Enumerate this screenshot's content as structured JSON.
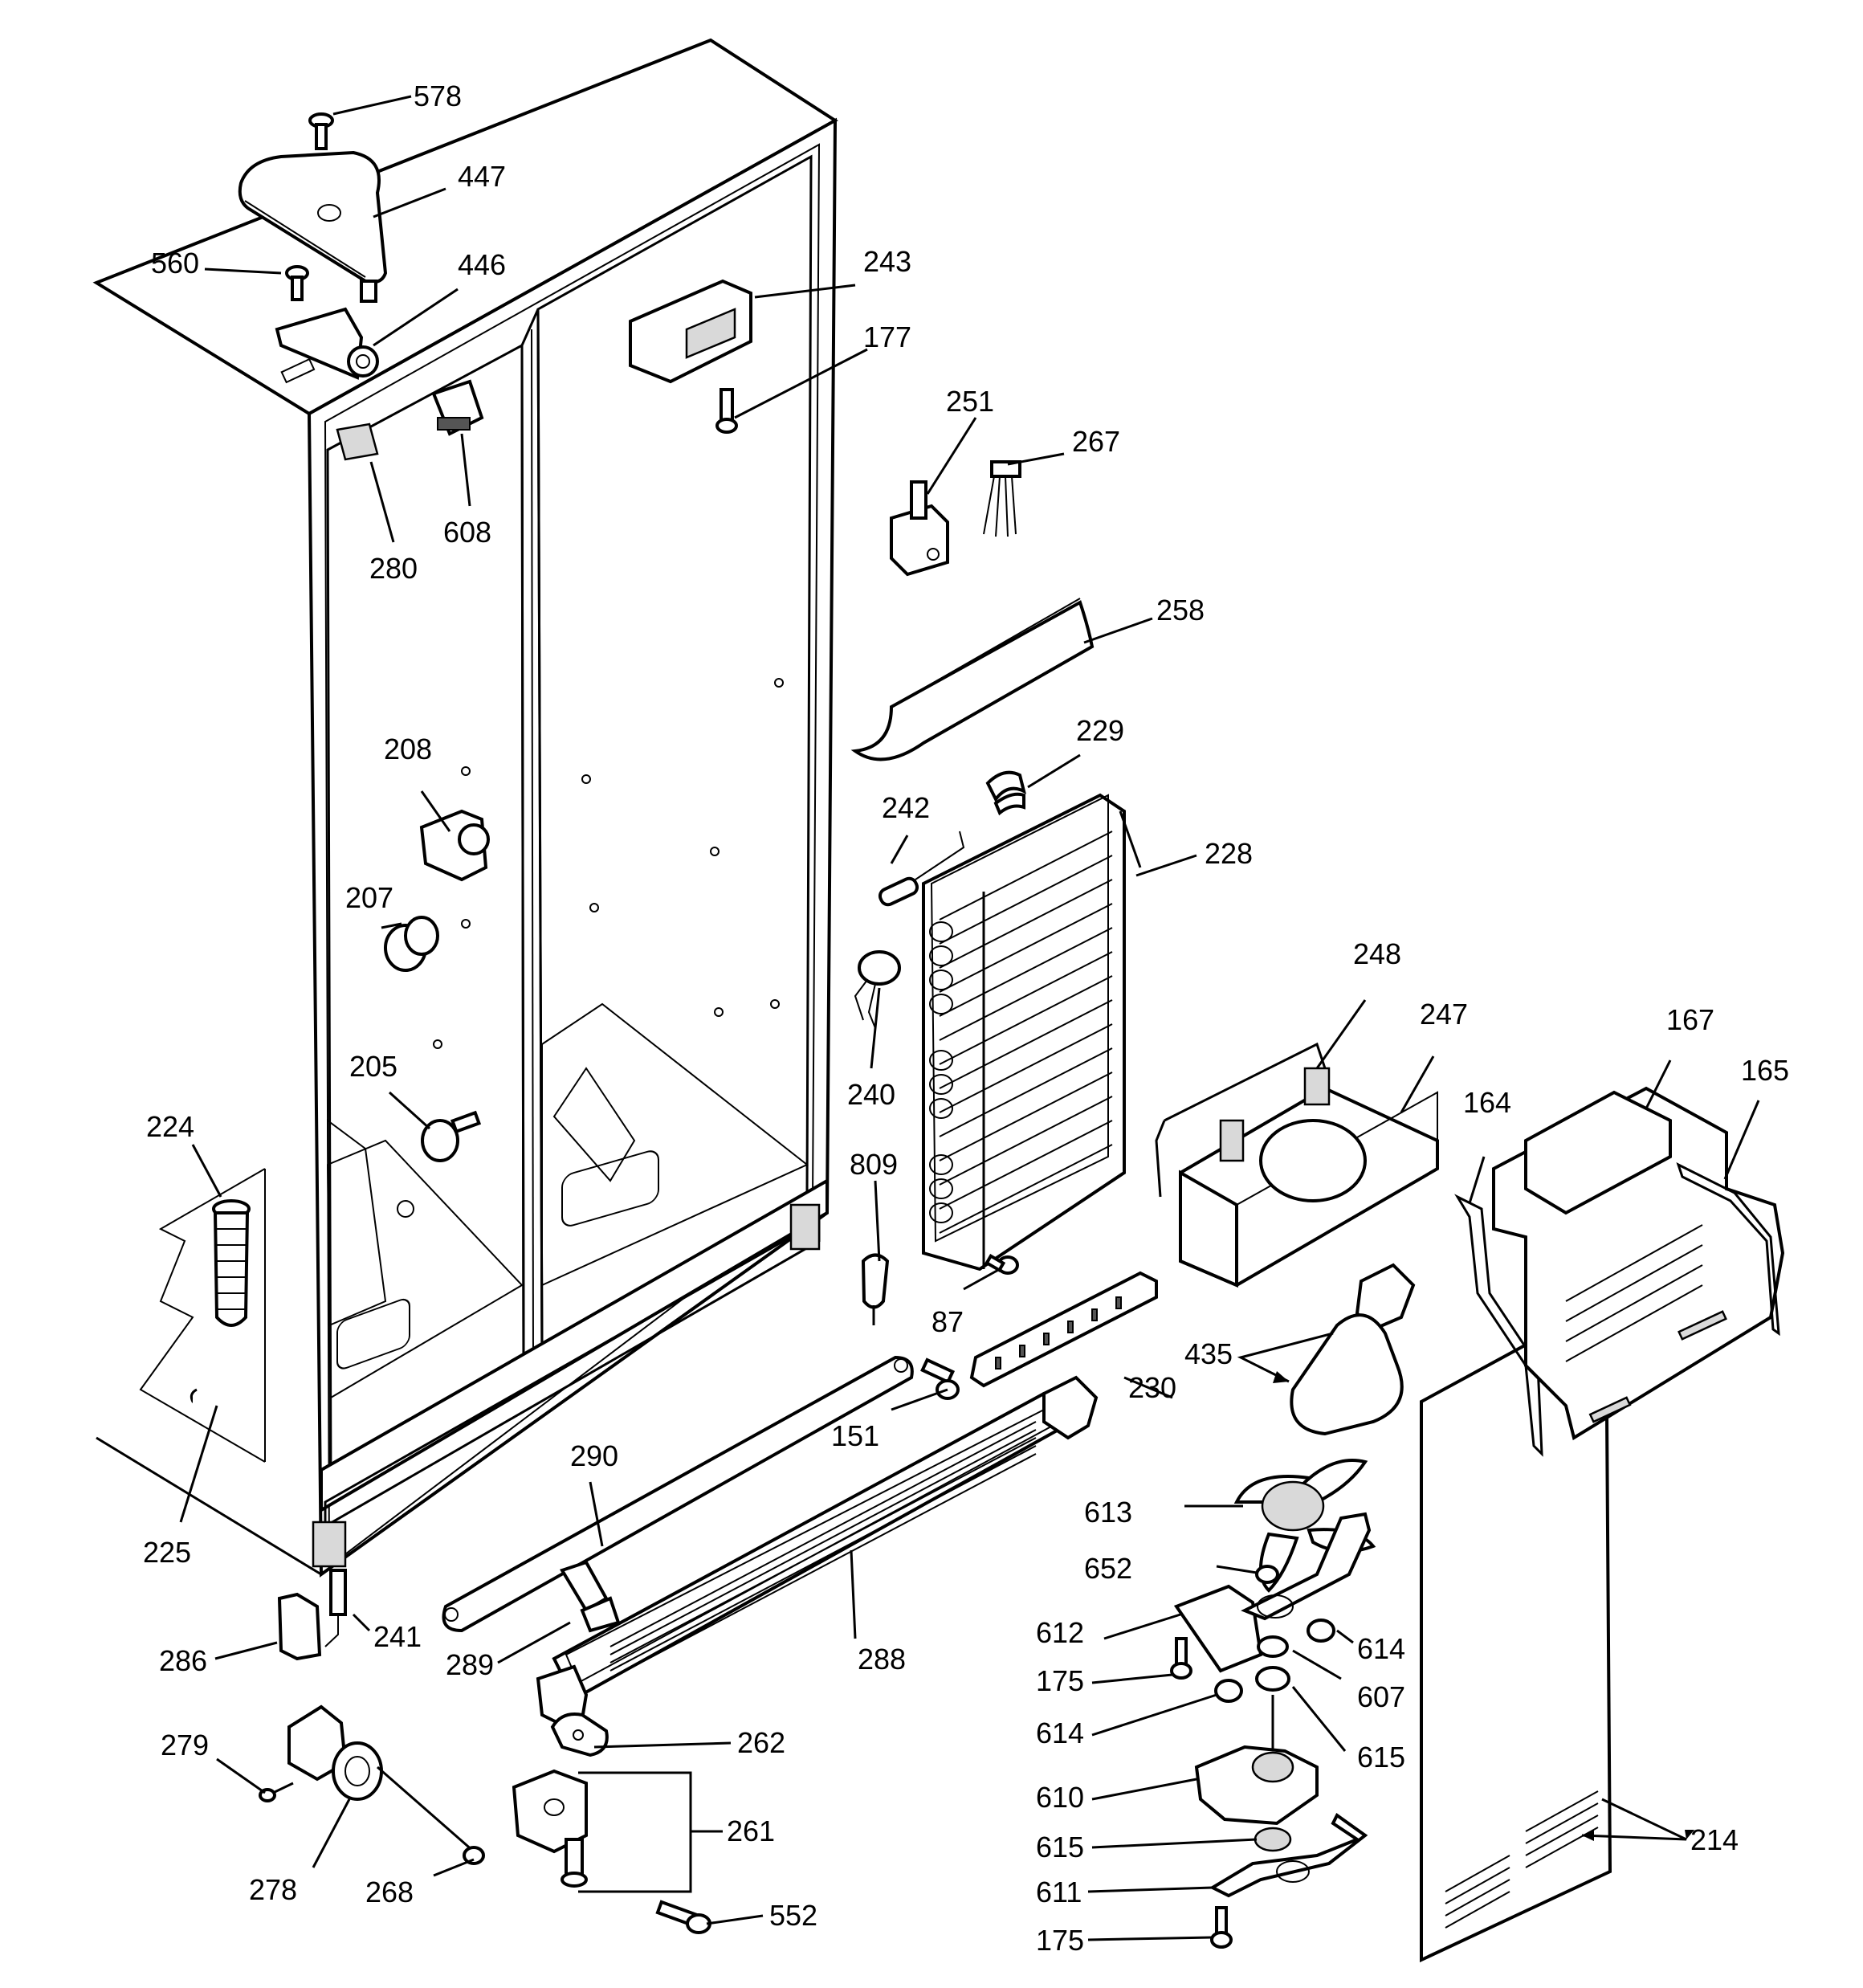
{
  "parts": [
    {
      "key": "p578",
      "number": "578"
    },
    {
      "key": "p447",
      "number": "447"
    },
    {
      "key": "p560",
      "number": "560"
    },
    {
      "key": "p446",
      "number": "446"
    },
    {
      "key": "p243",
      "number": "243"
    },
    {
      "key": "p177",
      "number": "177"
    },
    {
      "key": "p251",
      "number": "251"
    },
    {
      "key": "p267",
      "number": "267"
    },
    {
      "key": "p608",
      "number": "608"
    },
    {
      "key": "p280",
      "number": "280"
    },
    {
      "key": "p258",
      "number": "258"
    },
    {
      "key": "p229",
      "number": "229"
    },
    {
      "key": "p242",
      "number": "242"
    },
    {
      "key": "p208",
      "number": "208"
    },
    {
      "key": "p228",
      "number": "228"
    },
    {
      "key": "p207",
      "number": "207"
    },
    {
      "key": "p248",
      "number": "248"
    },
    {
      "key": "p247",
      "number": "247"
    },
    {
      "key": "p167",
      "number": "167"
    },
    {
      "key": "p165",
      "number": "165"
    },
    {
      "key": "p205",
      "number": "205"
    },
    {
      "key": "p164",
      "number": "164"
    },
    {
      "key": "p240",
      "number": "240"
    },
    {
      "key": "p224",
      "number": "224"
    },
    {
      "key": "p809",
      "number": "809"
    },
    {
      "key": "p87",
      "number": "87"
    },
    {
      "key": "p435",
      "number": "435"
    },
    {
      "key": "p230",
      "number": "230"
    },
    {
      "key": "p151",
      "number": "151"
    },
    {
      "key": "p290",
      "number": "290"
    },
    {
      "key": "p225",
      "number": "225"
    },
    {
      "key": "p613",
      "number": "613"
    },
    {
      "key": "p652",
      "number": "652"
    },
    {
      "key": "p241",
      "number": "241"
    },
    {
      "key": "p286",
      "number": "286"
    },
    {
      "key": "p612",
      "number": "612"
    },
    {
      "key": "p288",
      "number": "288"
    },
    {
      "key": "p289",
      "number": "289"
    },
    {
      "key": "p614a",
      "number": "614"
    },
    {
      "key": "p175a",
      "number": "175"
    },
    {
      "key": "p607",
      "number": "607"
    },
    {
      "key": "p614b",
      "number": "614"
    },
    {
      "key": "p262",
      "number": "262"
    },
    {
      "key": "p279",
      "number": "279"
    },
    {
      "key": "p615a",
      "number": "615"
    },
    {
      "key": "p610",
      "number": "610"
    },
    {
      "key": "p261",
      "number": "261"
    },
    {
      "key": "p615b",
      "number": "615"
    },
    {
      "key": "p214",
      "number": "214"
    },
    {
      "key": "p278",
      "number": "278"
    },
    {
      "key": "p268",
      "number": "268"
    },
    {
      "key": "p611",
      "number": "611"
    },
    {
      "key": "p552",
      "number": "552"
    },
    {
      "key": "p175b",
      "number": "175"
    }
  ]
}
